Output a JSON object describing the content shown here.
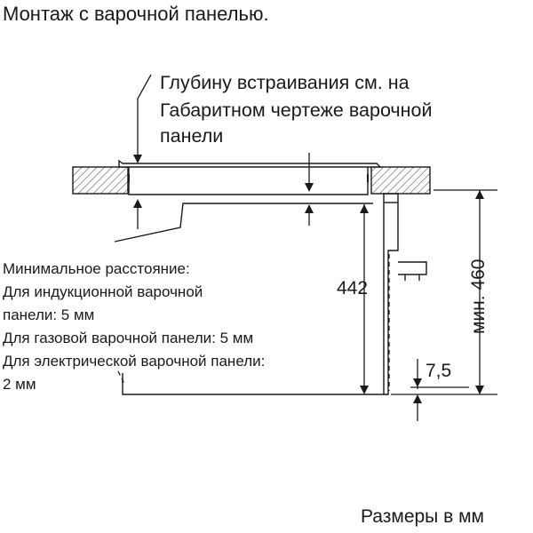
{
  "title": "Монтаж с варочной панелью.",
  "callout": {
    "lines": [
      "Глубину встраивания см. на",
      "Габаритном чертеже варочной",
      "панели"
    ]
  },
  "min_distance_notes": [
    "Минимальное расстояние:",
    "Для индукционной варочной",
    "панели: 5 мм",
    "Для газовой варочной панели: 5 мм",
    "Для электрической варочной панели:",
    "2 мм"
  ],
  "dimensions": {
    "niche_height": "442",
    "min_height": "мин. 460",
    "bottom_gap": "7,5"
  },
  "footer": "Размеры в мм"
}
